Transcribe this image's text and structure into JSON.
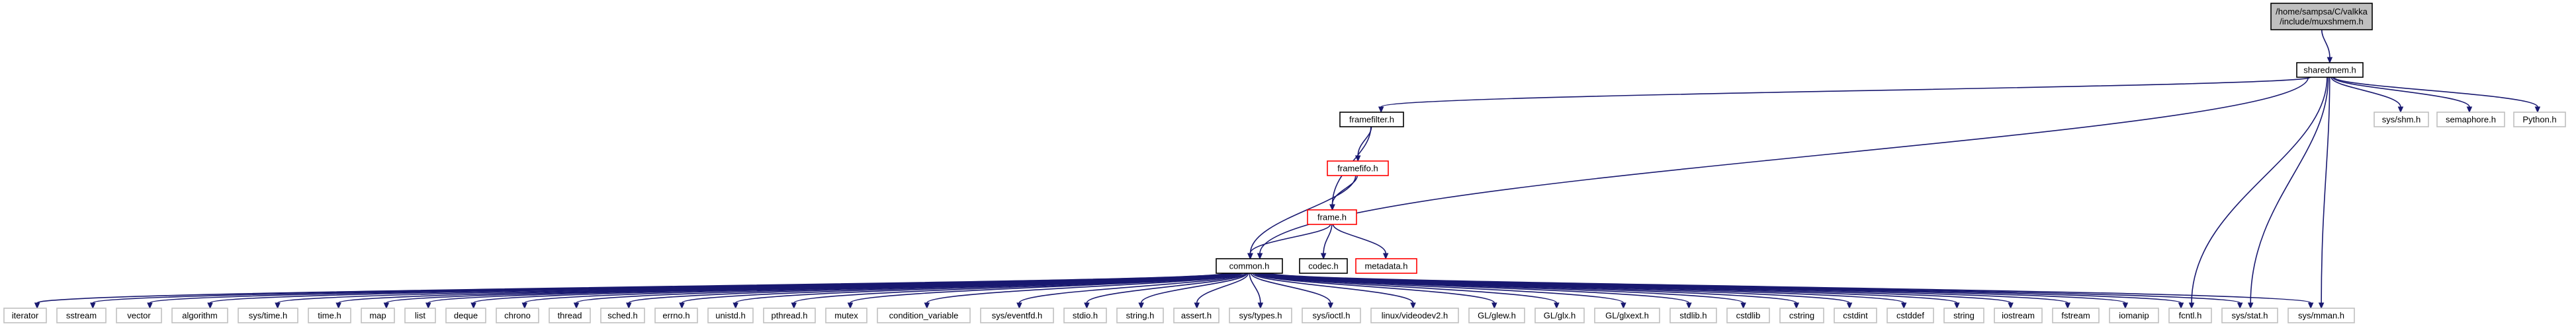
{
  "graph": {
    "colors": {
      "edge": "#191970",
      "root_fill": "#bfbfbf",
      "default_border": "#000000",
      "undocumented_border": "#bfbfbf",
      "red_border": "#ff0000",
      "text": "#000000"
    },
    "nodes": [
      {
        "id": "root",
        "lines": [
          "/home/sampsa/C/valkka",
          "/include/muxshmem.h"
        ],
        "style": "root"
      },
      {
        "id": "sharedmem",
        "lines": [
          "sharedmem.h"
        ],
        "style": "black"
      },
      {
        "id": "framefilter",
        "lines": [
          "framefilter.h"
        ],
        "style": "black"
      },
      {
        "id": "sys_shm",
        "lines": [
          "sys/shm.h"
        ],
        "style": "gray"
      },
      {
        "id": "semaphore",
        "lines": [
          "semaphore.h"
        ],
        "style": "gray"
      },
      {
        "id": "python",
        "lines": [
          "Python.h"
        ],
        "style": "gray"
      },
      {
        "id": "framefifo",
        "lines": [
          "framefifo.h"
        ],
        "style": "red"
      },
      {
        "id": "frame",
        "lines": [
          "frame.h"
        ],
        "style": "red"
      },
      {
        "id": "codec",
        "lines": [
          "codec.h"
        ],
        "style": "black"
      },
      {
        "id": "metadata",
        "lines": [
          "metadata.h"
        ],
        "style": "red"
      },
      {
        "id": "common",
        "lines": [
          "common.h"
        ],
        "style": "black"
      },
      {
        "id": "iterator",
        "lines": [
          "iterator"
        ],
        "style": "gray"
      },
      {
        "id": "sstream",
        "lines": [
          "sstream"
        ],
        "style": "gray"
      },
      {
        "id": "vector",
        "lines": [
          "vector"
        ],
        "style": "gray"
      },
      {
        "id": "algorithm",
        "lines": [
          "algorithm"
        ],
        "style": "gray"
      },
      {
        "id": "sys_time",
        "lines": [
          "sys/time.h"
        ],
        "style": "gray"
      },
      {
        "id": "time_h",
        "lines": [
          "time.h"
        ],
        "style": "gray"
      },
      {
        "id": "map",
        "lines": [
          "map"
        ],
        "style": "gray"
      },
      {
        "id": "list",
        "lines": [
          "list"
        ],
        "style": "gray"
      },
      {
        "id": "deque",
        "lines": [
          "deque"
        ],
        "style": "gray"
      },
      {
        "id": "chrono",
        "lines": [
          "chrono"
        ],
        "style": "gray"
      },
      {
        "id": "thread",
        "lines": [
          "thread"
        ],
        "style": "gray"
      },
      {
        "id": "sched",
        "lines": [
          "sched.h"
        ],
        "style": "gray"
      },
      {
        "id": "errno",
        "lines": [
          "errno.h"
        ],
        "style": "gray"
      },
      {
        "id": "unistd",
        "lines": [
          "unistd.h"
        ],
        "style": "gray"
      },
      {
        "id": "pthread",
        "lines": [
          "pthread.h"
        ],
        "style": "gray"
      },
      {
        "id": "mutex",
        "lines": [
          "mutex"
        ],
        "style": "gray"
      },
      {
        "id": "condvar",
        "lines": [
          "condition_variable"
        ],
        "style": "gray"
      },
      {
        "id": "eventfd",
        "lines": [
          "sys/eventfd.h"
        ],
        "style": "gray"
      },
      {
        "id": "stdio",
        "lines": [
          "stdio.h"
        ],
        "style": "gray"
      },
      {
        "id": "string_h",
        "lines": [
          "string.h"
        ],
        "style": "gray"
      },
      {
        "id": "assert",
        "lines": [
          "assert.h"
        ],
        "style": "gray"
      },
      {
        "id": "sys_types",
        "lines": [
          "sys/types.h"
        ],
        "style": "gray"
      },
      {
        "id": "sys_ioctl",
        "lines": [
          "sys/ioctl.h"
        ],
        "style": "gray"
      },
      {
        "id": "videodev2",
        "lines": [
          "linux/videodev2.h"
        ],
        "style": "gray"
      },
      {
        "id": "glew",
        "lines": [
          "GL/glew.h"
        ],
        "style": "gray"
      },
      {
        "id": "glx",
        "lines": [
          "GL/glx.h"
        ],
        "style": "gray"
      },
      {
        "id": "glxext",
        "lines": [
          "GL/glxext.h"
        ],
        "style": "gray"
      },
      {
        "id": "stdlib_h",
        "lines": [
          "stdlib.h"
        ],
        "style": "gray"
      },
      {
        "id": "cstdlib",
        "lines": [
          "cstdlib"
        ],
        "style": "gray"
      },
      {
        "id": "cstring",
        "lines": [
          "cstring"
        ],
        "style": "gray"
      },
      {
        "id": "cstdint",
        "lines": [
          "cstdint"
        ],
        "style": "gray"
      },
      {
        "id": "cstddef",
        "lines": [
          "cstddef"
        ],
        "style": "gray"
      },
      {
        "id": "string",
        "lines": [
          "string"
        ],
        "style": "gray"
      },
      {
        "id": "iostream",
        "lines": [
          "iostream"
        ],
        "style": "gray"
      },
      {
        "id": "fstream",
        "lines": [
          "fstream"
        ],
        "style": "gray"
      },
      {
        "id": "iomanip",
        "lines": [
          "iomanip"
        ],
        "style": "gray"
      },
      {
        "id": "fcntl",
        "lines": [
          "fcntl.h"
        ],
        "style": "gray"
      },
      {
        "id": "sys_stat",
        "lines": [
          "sys/stat.h"
        ],
        "style": "gray"
      },
      {
        "id": "sys_mman",
        "lines": [
          "sys/mman.h"
        ],
        "style": "gray"
      }
    ],
    "edges": [
      [
        "root",
        "sharedmem"
      ],
      [
        "sharedmem",
        "framefilter"
      ],
      [
        "sharedmem",
        "common"
      ],
      [
        "sharedmem",
        "sys_shm"
      ],
      [
        "sharedmem",
        "semaphore"
      ],
      [
        "sharedmem",
        "python"
      ],
      [
        "sharedmem",
        "fcntl"
      ],
      [
        "sharedmem",
        "sys_stat"
      ],
      [
        "sharedmem",
        "sys_mman"
      ],
      [
        "framefilter",
        "framefifo"
      ],
      [
        "framefilter",
        "frame"
      ],
      [
        "framefifo",
        "frame"
      ],
      [
        "framefifo",
        "common"
      ],
      [
        "frame",
        "common"
      ],
      [
        "frame",
        "codec"
      ],
      [
        "frame",
        "metadata"
      ],
      [
        "common",
        "iterator"
      ],
      [
        "common",
        "sstream"
      ],
      [
        "common",
        "vector"
      ],
      [
        "common",
        "algorithm"
      ],
      [
        "common",
        "sys_time"
      ],
      [
        "common",
        "time_h"
      ],
      [
        "common",
        "map"
      ],
      [
        "common",
        "list"
      ],
      [
        "common",
        "deque"
      ],
      [
        "common",
        "chrono"
      ],
      [
        "common",
        "thread"
      ],
      [
        "common",
        "sched"
      ],
      [
        "common",
        "errno"
      ],
      [
        "common",
        "unistd"
      ],
      [
        "common",
        "pthread"
      ],
      [
        "common",
        "mutex"
      ],
      [
        "common",
        "condvar"
      ],
      [
        "common",
        "eventfd"
      ],
      [
        "common",
        "stdio"
      ],
      [
        "common",
        "string_h"
      ],
      [
        "common",
        "assert"
      ],
      [
        "common",
        "sys_types"
      ],
      [
        "common",
        "sys_ioctl"
      ],
      [
        "common",
        "videodev2"
      ],
      [
        "common",
        "glew"
      ],
      [
        "common",
        "glx"
      ],
      [
        "common",
        "glxext"
      ],
      [
        "common",
        "stdlib_h"
      ],
      [
        "common",
        "cstdlib"
      ],
      [
        "common",
        "cstring"
      ],
      [
        "common",
        "cstdint"
      ],
      [
        "common",
        "cstddef"
      ],
      [
        "common",
        "string"
      ],
      [
        "common",
        "iostream"
      ],
      [
        "common",
        "fstream"
      ],
      [
        "common",
        "iomanip"
      ],
      [
        "common",
        "fcntl"
      ],
      [
        "common",
        "sys_stat"
      ],
      [
        "common",
        "sys_mman"
      ]
    ]
  }
}
